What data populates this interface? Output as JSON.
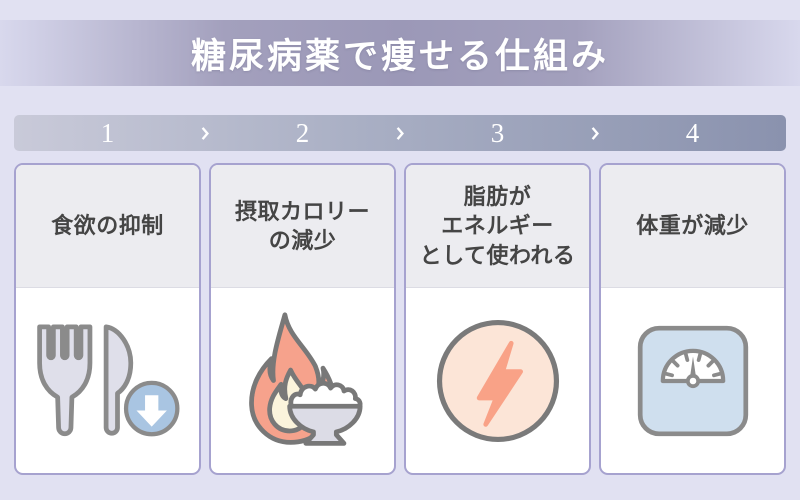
{
  "title": "糖尿病薬で痩せる仕組み",
  "steps": [
    {
      "number": "1",
      "lines": [
        "食欲の抑制"
      ],
      "icon": "fork-knife-arrow-down-icon"
    },
    {
      "number": "2",
      "lines": [
        "摂取カロリー",
        "の減少"
      ],
      "icon": "flame-rice-bowl-icon"
    },
    {
      "number": "3",
      "lines": [
        "脂肪が",
        "エネルギー",
        "として使われる"
      ],
      "icon": "energy-bolt-icon"
    },
    {
      "number": "4",
      "lines": [
        "体重が減少"
      ],
      "icon": "weight-scale-icon"
    }
  ],
  "colors": {
    "page_background": "#e1e1f2",
    "title_band_center": "#9b98b7",
    "title_band_edge": "#d8d8ed",
    "step_bar_left": "#c9cad9",
    "step_bar_right": "#8a92ae",
    "card_border": "#a6a2cf",
    "card_header_bg": "#ececf0",
    "text": "#454545",
    "outline_gray": "#7d7d7d",
    "cutlery_fill": "#dfdfea",
    "arrow_circle_blue": "#a9c5e2",
    "flame_salmon": "#f6a28c",
    "flame_cream": "#fbf4dc",
    "bolt_circle_peach": "#fce5d7",
    "bolt_salmon": "#f9a287",
    "scale_blue": "#cfdfee"
  }
}
